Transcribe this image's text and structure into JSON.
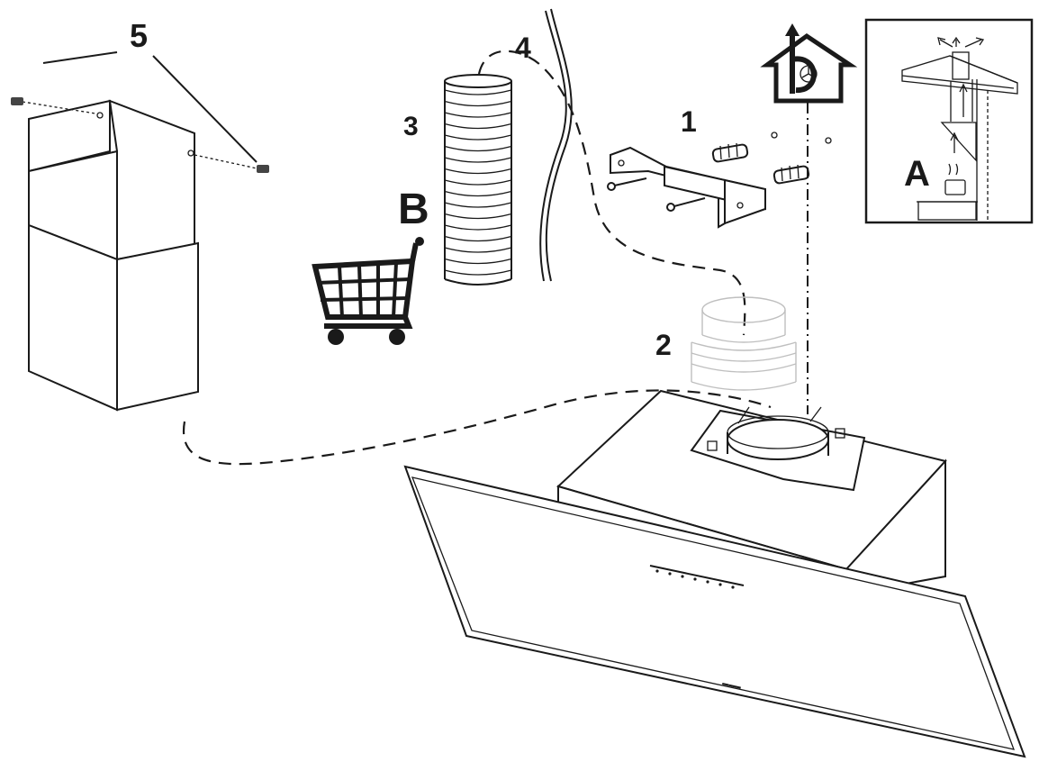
{
  "labels": {
    "chimney_cover": "5",
    "wall_bracket": "1",
    "duct_flange": "2",
    "flexible_pipe": "3",
    "cable": "4",
    "purchase_letter": "B",
    "inset_letter": "A"
  },
  "icons": {
    "shopping_cart": "shopping-cart-icon",
    "house_extraction": "house-fan-extraction-icon"
  },
  "colors": {
    "ink": "#1a1a1a",
    "paper": "#ffffff",
    "faint": "#bfbfbf"
  }
}
